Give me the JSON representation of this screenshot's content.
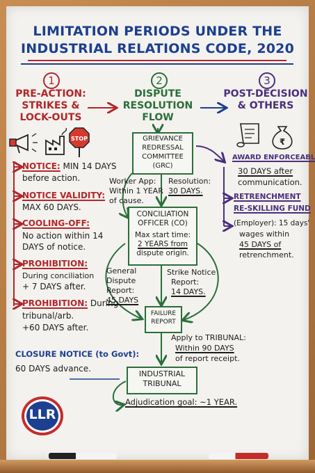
{
  "title": {
    "line1": "LIMITATION PERIODS UNDER THE",
    "line2": "INDUSTRIAL RELATIONS CODE, 2020"
  },
  "columns": [
    {
      "number": "1",
      "heading_lines": [
        "PRE-ACTION:",
        "STRIKES &",
        "LOCK-OUTS"
      ],
      "color": "#b3262a"
    },
    {
      "number": "2",
      "heading_lines": [
        "DISPUTE",
        "RESOLUTION",
        "FLOW"
      ],
      "color": "#2a6e3a"
    },
    {
      "number": "3",
      "heading_lines": [
        "POST-DECISION",
        "& OTHERS"
      ],
      "color": "#4a2e7d"
    }
  ],
  "icons": {
    "megaphone": "megaphone-icon",
    "factory": "factory-icon",
    "stop_label": "STOP",
    "scroll": "scroll-icon",
    "moneybag": "money-bag-icon",
    "rupee": "₹"
  },
  "left": {
    "notice_label": "NOTICE:",
    "notice_text": "MIN 14 DAYS",
    "notice_sub": "before action.",
    "validity_label": "NOTICE VALIDITY:",
    "validity_text": "MAX 60 DAYS.",
    "cooling_label": "COOLING-OFF:",
    "cooling_l1": "No action within 14",
    "cooling_l2": "DAYS of notice.",
    "prohibition1_label": "PROHIBITION:",
    "prohibition1_l1": "During conciliation",
    "prohibition1_l2": "+ 7 DAYS after.",
    "prohibition2_label": "PROHIBITION:",
    "prohibition2_tail": "During",
    "prohibition2_l2": "tribunal/arb.",
    "prohibition2_l3": "+60 DAYS after.",
    "closure_label": "CLOSURE NOTICE (to Govt):",
    "closure_text": "60 DAYS advance."
  },
  "flow": {
    "grc_lines": [
      "GRIEVANCE",
      "REDRESSAL",
      "COMMITTEE",
      "(GRC)"
    ],
    "worker_app_lines": [
      "Worker App:",
      "Within 1 YEAR",
      "of cause."
    ],
    "resolution_lines": [
      "Resolution:",
      "30 DAYS."
    ],
    "co_lines": [
      "CONCILIATION",
      "OFFICER (CO)"
    ],
    "co_max_lines": [
      "Max start time:",
      "2 YEARS from",
      "dispute origin."
    ],
    "general_lines": [
      "General",
      "Dispute",
      "Report:",
      "45 DAYS"
    ],
    "strike_lines": [
      "Strike Notice",
      "Report:",
      "14 DAYS."
    ],
    "failure_lines": [
      "FAILURE",
      "REPORT"
    ],
    "apply_lines": [
      "Apply to TRIBUNAL:",
      "Within 90 DAYS",
      "of report receipt."
    ],
    "tribunal_lines": [
      "INDUSTRIAL",
      "TRIBUNAL"
    ],
    "adjudication": "Adjudication goal: ~1 YEAR."
  },
  "right": {
    "award_label": "AWARD ENFORCEABLE:",
    "award_l1": "30 DAYS after",
    "award_l2": "communication.",
    "retrench_label_l1": "RETRENCHMENT",
    "retrench_label_l2": "RE-SKILLING FUND",
    "retrench_l1": "(Employer): 15 days'",
    "retrench_l2": "wages within",
    "retrench_l3": "45 DAYS of",
    "retrench_l4": "retrenchment."
  },
  "logo": {
    "text": "LLR"
  },
  "colors": {
    "title": "#1d3f8f",
    "pre_action": "#b3262a",
    "dispute": "#2a6e3a",
    "post": "#4a2e7d",
    "closure": "#1d3f8f"
  }
}
